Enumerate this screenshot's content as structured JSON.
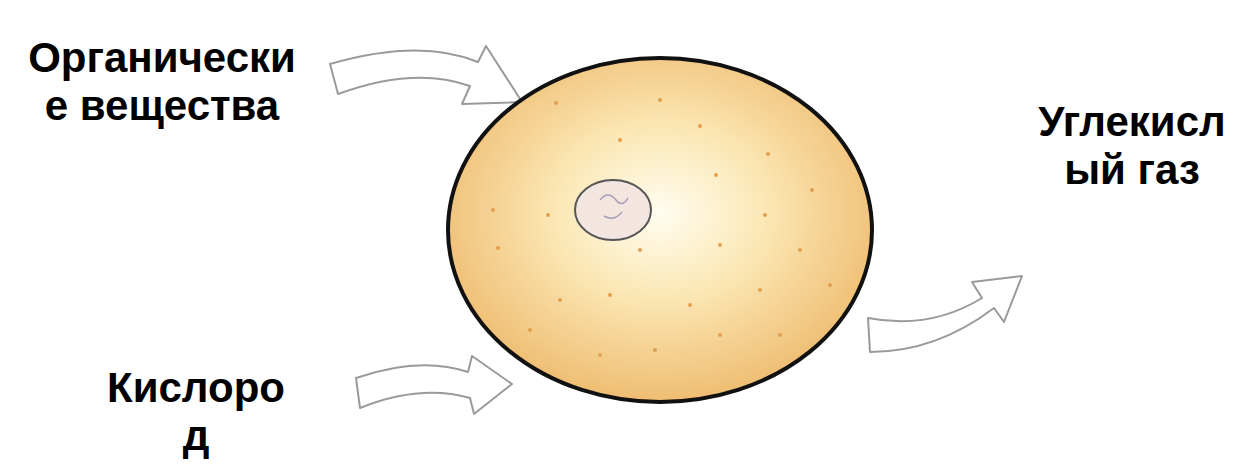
{
  "diagram": {
    "labels": [
      "Органически е вещества",
      "Углекисл ый газ",
      "Кислоро д"
    ]
  }
}
